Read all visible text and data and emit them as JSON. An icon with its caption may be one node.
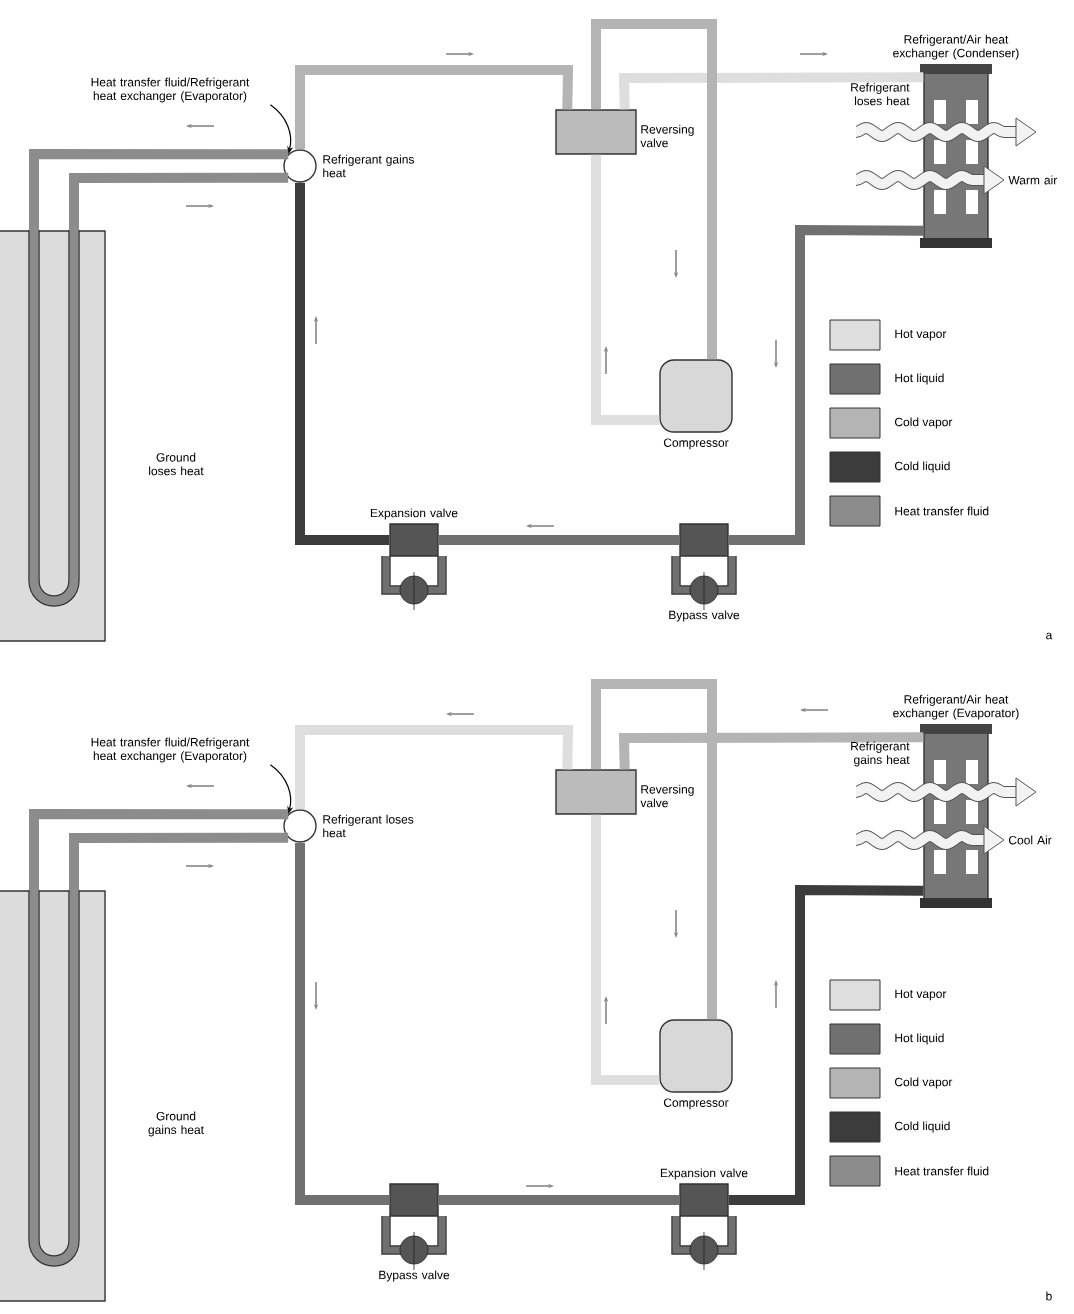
{
  "diagram": {
    "nodes": [
      {
        "text": [],
        "shape": "box",
        "beside": [
          "Ground loses heat"
        ]
      },
      {
        "text": [
          "Heat transfer fluid/Refrigerant heat exchanger (Evaporator)"
        ]
      },
      {
        "text": [],
        "shape": "circle",
        "beside": [
          "Refrigerant gains heat"
        ]
      },
      {
        "text": [],
        "shape": "box",
        "beside": [
          "Reversing valve"
        ]
      },
      {
        "text": [],
        "shape": "box",
        "beside": [
          "Refrigerant/Air heat exchanger (Condenser)",
          "Refrigerant loses heat"
        ]
      },
      {
        "text": [],
        "shape": "cylinder",
        "beside": [
          "Compressor"
        ]
      },
      {
        "text": [],
        "shape": "box",
        "beside": [
          "Expansion valve"
        ]
      },
      {
        "text": [],
        "shape": "box",
        "beside": [
          "Bypass valve"
        ]
      },
      {
        "text": [],
        "shape": "box",
        "beside": [
          "Ground gains heat"
        ]
      },
      {
        "text": [
          "Heat transfer fluid/Refrigerant heat exchanger (Evaporator)"
        ]
      },
      {
        "text": [],
        "shape": "circle",
        "beside": [
          "Refrigerant loses heat"
        ]
      },
      {
        "text": [],
        "shape": "box",
        "beside": [
          "Reversing valve"
        ]
      },
      {
        "text": [],
        "shape": "box",
        "beside": [
          "Refrigerant/Air heat exchanger (Evaporator)",
          "Refrigerant gains heat"
        ]
      },
      {
        "text": [],
        "shape": "cylinder",
        "beside": [
          "Compressor"
        ]
      },
      {
        "text": [],
        "shape": "box",
        "beside": [
          "Bypass valve"
        ]
      },
      {
        "text": [],
        "shape": "box",
        "beside": [
          "Expansion valve"
        ]
      }
    ],
    "edges": [
      {
        "from": 1,
        "to": 2,
        "arrow": "to",
        "color": "#000000"
      },
      {
        "from": 2,
        "to": 3,
        "arrow": "none",
        "color": "#b4b4b4"
      },
      {
        "from": 3,
        "to": 4,
        "arrow": "none",
        "color": "#dedede"
      },
      {
        "from": 3,
        "to": 5,
        "arrow": "none",
        "color": "#dedede"
      },
      {
        "from": 5,
        "to": 3,
        "arrow": "none",
        "color": "#b4b4b4"
      },
      {
        "from": 4,
        "to": 7,
        "arrow": "none",
        "color": "#707070"
      },
      {
        "from": 7,
        "to": 6,
        "arrow": "none",
        "color": "#707070"
      },
      {
        "from": 6,
        "to": 2,
        "arrow": "none",
        "color": "#3c3c3c"
      },
      {
        "from": 2,
        "to": 0,
        "arrow": "none",
        "color": "#8c8c8c"
      },
      {
        "from": 2,
        "to": 0,
        "arrow": "none",
        "color": "#8c8c8c"
      },
      {
        "from": 9,
        "to": 10,
        "arrow": "to",
        "color": "#000000"
      },
      {
        "from": 10,
        "to": 11,
        "arrow": "none",
        "color": "#dedede"
      },
      {
        "from": 11,
        "to": 12,
        "arrow": "none",
        "color": "#b4b4b4"
      },
      {
        "from": 11,
        "to": 13,
        "arrow": "none",
        "color": "#dedede"
      },
      {
        "from": 13,
        "to": 11,
        "arrow": "none",
        "color": "#b4b4b4"
      },
      {
        "from": 12,
        "to": 15,
        "arrow": "none",
        "color": "#3c3c3c"
      },
      {
        "from": 15,
        "to": 14,
        "arrow": "none",
        "color": "#707070"
      },
      {
        "from": 14,
        "to": 10,
        "arrow": "none",
        "color": "#707070"
      },
      {
        "from": 10,
        "to": 8,
        "arrow": "none",
        "color": "#8c8c8c"
      },
      {
        "from": 10,
        "to": 8,
        "arrow": "none",
        "color": "#8c8c8c"
      }
    ],
    "labels": [
      "Warm air",
      "a",
      "Cool Air",
      "b"
    ],
    "legend": [
      {
        "text": "Hot vapor",
        "color": "#dedede"
      },
      {
        "text": "Hot liquid",
        "color": "#707070"
      },
      {
        "text": "Cold vapor",
        "color": "#b4b4b4"
      },
      {
        "text": "Cold liquid",
        "color": "#3c3c3c"
      },
      {
        "text": "Heat transfer fluid",
        "color": "#8c8c8c"
      },
      {
        "text": "Hot vapor",
        "color": "#dedede"
      },
      {
        "text": "Hot liquid",
        "color": "#707070"
      },
      {
        "text": "Cold vapor",
        "color": "#b4b4b4"
      },
      {
        "text": "Cold liquid",
        "color": "#3c3c3c"
      },
      {
        "text": "Heat transfer fluid",
        "color": "#8c8c8c"
      }
    ]
  }
}
